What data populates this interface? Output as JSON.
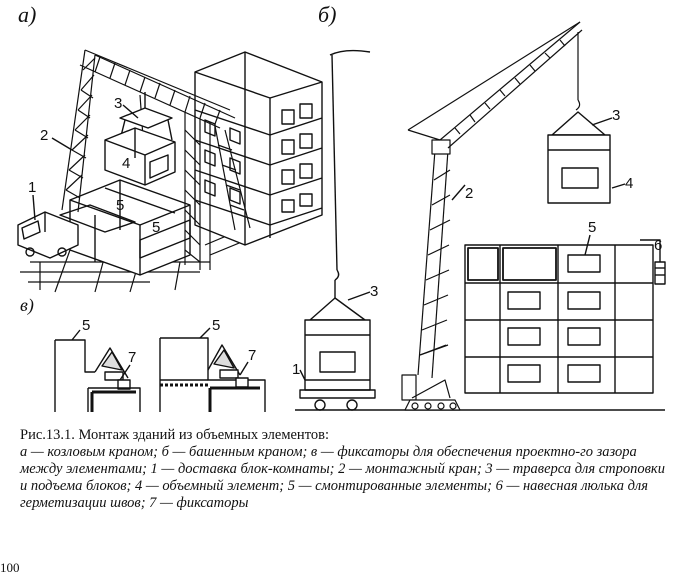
{
  "panels": {
    "a": "а)",
    "b": "б)",
    "v": "в)"
  },
  "callouts": {
    "n1": "1",
    "n2": "2",
    "n3": "3",
    "n4": "4",
    "n5": "5",
    "n6": "6",
    "n7": "7"
  },
  "caption": {
    "lead": "Рис.13.1. Монтаж зданий из объемных элементов:",
    "body": "а — козловым краном; б — башенным краном; в — фиксаторы для обеспечения проектно-го зазора между элементами; 1 — доставка блок-комнаты; 2 — монтажный кран; 3 — траверса для строповки и подъема блоков; 4 — объемный элемент; 5 — смонтированные элементы; 6 — навесная люлька для герметизации швов; 7 — фиксаторы"
  },
  "page_number": "100"
}
